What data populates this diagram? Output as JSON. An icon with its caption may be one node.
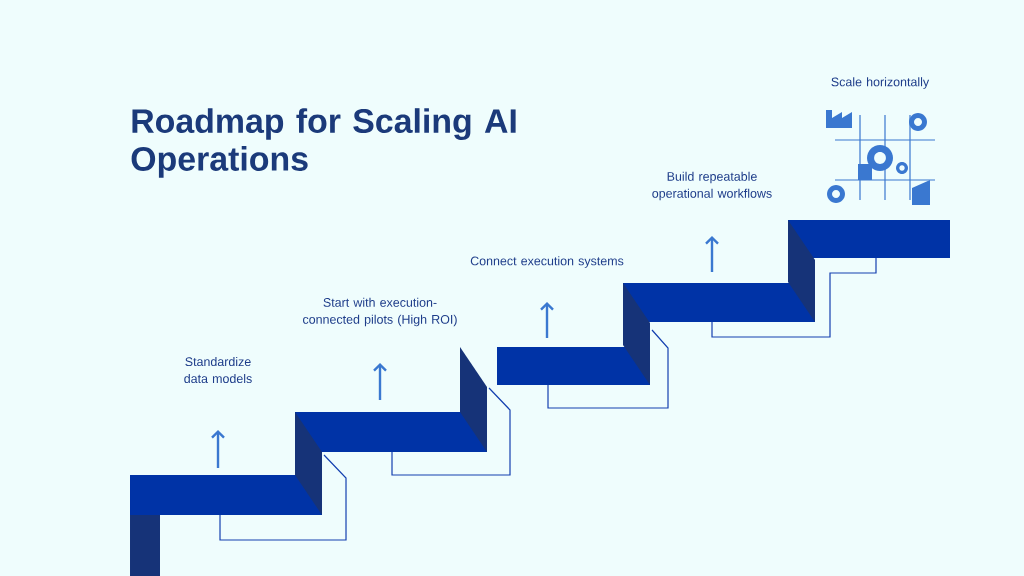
{
  "diagram": {
    "title": "Roadmap for Scaling AI Operations",
    "labels": [
      "Standardize data models",
      "Start with execution-connected pilots (High ROI)",
      "Connect execution systems",
      "Build repeatable operational workflows",
      "Scale horizontally"
    ]
  }
}
